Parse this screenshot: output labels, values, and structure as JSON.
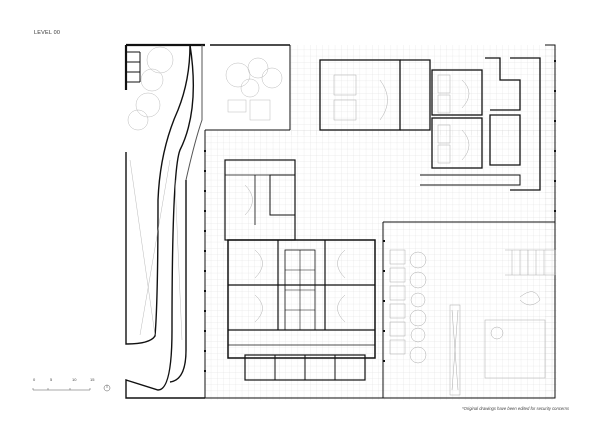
{
  "title": "LEVEL 00",
  "footnote": "*Original drawings have been edited for security concerns",
  "scale_bar": {
    "labels": [
      "0",
      "5",
      "10",
      "15"
    ],
    "unit": "m"
  },
  "north_arrow": "north-arrow",
  "colors": {
    "wall": "#111111",
    "grid": "#d6d6d6",
    "furniture": "#9a9a9a",
    "background": "#ffffff"
  }
}
